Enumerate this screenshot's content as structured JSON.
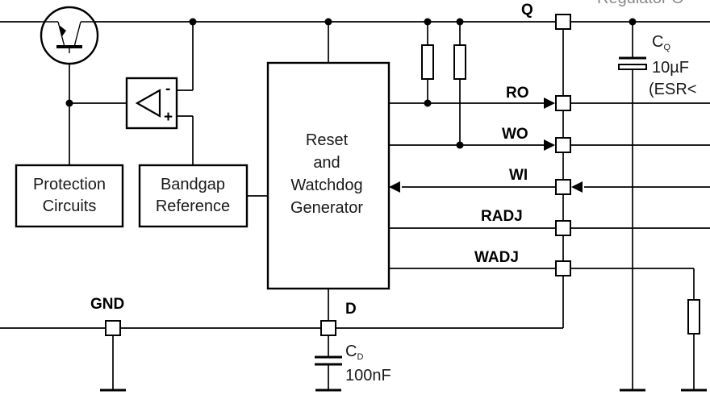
{
  "blocks": {
    "protection": [
      "Protection",
      "Circuits"
    ],
    "bandgap": [
      "Bandgap",
      "Reference"
    ],
    "generator": [
      "Reset",
      "and",
      "Watchdog",
      "Generator"
    ]
  },
  "pins": {
    "q": "Q",
    "ro": "RO",
    "wo": "WO",
    "wi": "WI",
    "radj": "RADJ",
    "wadj": "WADJ",
    "gnd": "GND",
    "d": "D"
  },
  "components": {
    "cq": {
      "prefix": "C",
      "sub": "Q",
      "value": "10µF",
      "note": "(ESR<"
    },
    "cd": {
      "prefix": "C",
      "sub": "D",
      "value": "100nF"
    }
  },
  "opamp": {
    "minus": "-",
    "plus": "+"
  },
  "top_right_text": "Regulator O"
}
